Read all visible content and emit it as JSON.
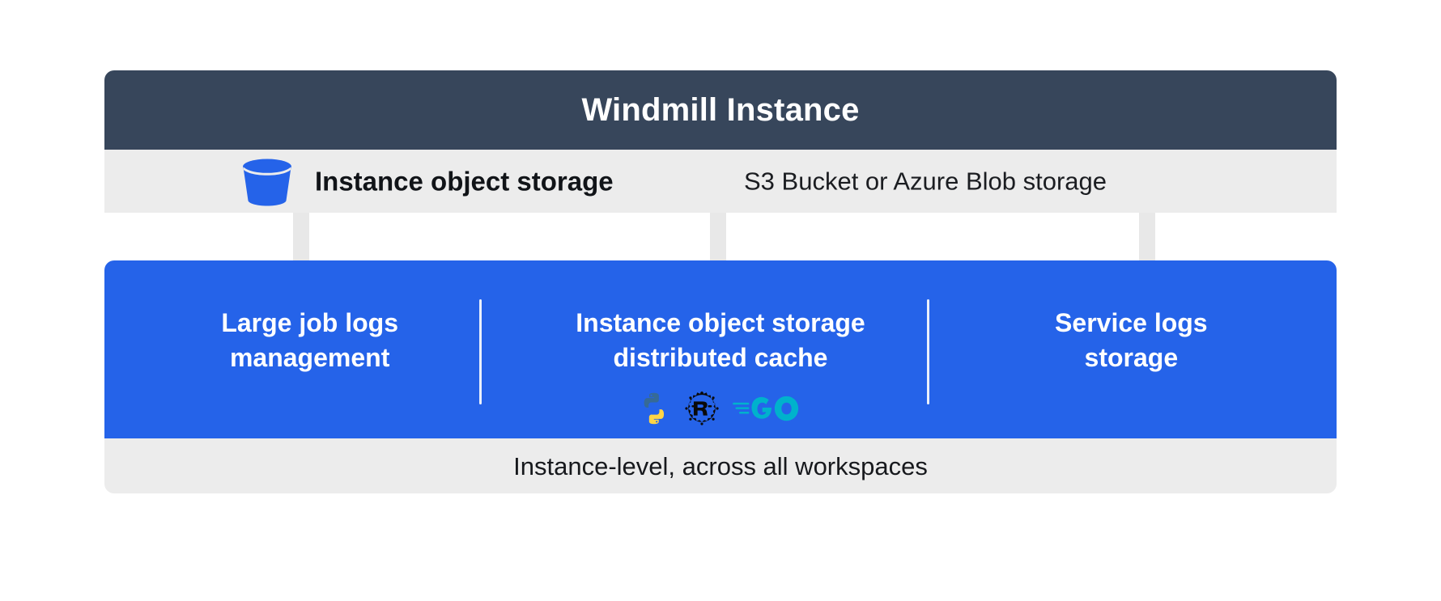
{
  "header": {
    "title": "Windmill Instance",
    "bg_color": "#37465b"
  },
  "storage_row": {
    "icon": "bucket-icon",
    "label": "Instance object storage",
    "sub_label": "S3 Bucket or Azure Blob storage",
    "bg_color": "#ececec"
  },
  "connectors": [
    {
      "name": "arrow-to-large-job-logs"
    },
    {
      "name": "arrow-to-distributed-cache"
    },
    {
      "name": "arrow-to-service-logs"
    }
  ],
  "blue_panel": {
    "bg_color": "#2563e9",
    "columns": [
      {
        "id": "large-job-logs-management",
        "title": "Large job logs\nmanagement",
        "languages": []
      },
      {
        "id": "instance-object-storage-distributed-cache",
        "title": "Instance object storage\ndistributed cache",
        "languages": [
          "python-icon",
          "rust-icon",
          "go-icon"
        ]
      },
      {
        "id": "service-logs-storage",
        "title": "Service logs\nstorage",
        "languages": []
      }
    ]
  },
  "footer": {
    "text": "Instance-level, across all workspaces",
    "bg_color": "#ececec"
  },
  "palette": {
    "header_navy": "#37465b",
    "panel_blue": "#2563e9",
    "bucket_blue": "#2563e9",
    "light_gray": "#ececec",
    "arrow_gray": "#e8e8e8",
    "white": "#ffffff",
    "python_dark": "#366a96",
    "python_yellow": "#ffd545",
    "rust_black": "#0a0a0a",
    "go_cyan": "#00b2cc"
  }
}
